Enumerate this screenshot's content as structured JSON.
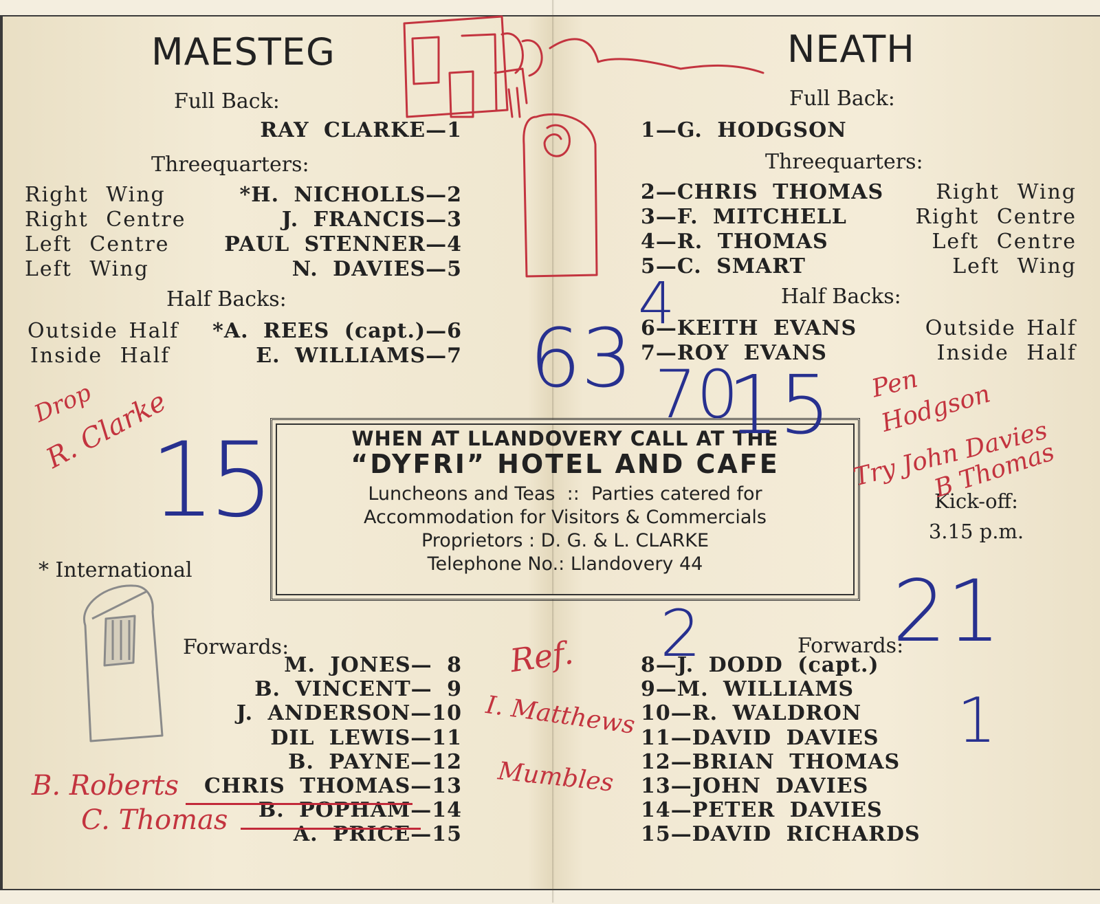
{
  "home": {
    "team": "MAESTEG",
    "full_back_header": "Full Back:",
    "full_back": {
      "name": "RAY CLARKE—1"
    },
    "threequarters_header": "Threequarters:",
    "threequarters": [
      {
        "position": "Right Wing",
        "name": "*H. NICHOLLS—2"
      },
      {
        "position": "Right Centre",
        "name": "J. FRANCIS—3"
      },
      {
        "position": "Left Centre",
        "name": "PAUL STENNER—4"
      },
      {
        "position": "Left Wing",
        "name": "N. DAVIES—5"
      }
    ],
    "half_backs_header": "Half Backs:",
    "half_backs": [
      {
        "position": "Outside Half",
        "name": "*A. REES (capt.)—6"
      },
      {
        "position": "Inside Half",
        "name": "E. WILLIAMS—7"
      }
    ],
    "international_note": "* International",
    "forwards_header": "Forwards:",
    "forwards": [
      "M. JONES— 8",
      "B. VINCENT— 9",
      "J. ANDERSON—10",
      "DIL LEWIS—11",
      "B. PAYNE—12",
      "CHRIS THOMAS—13",
      "B. POPHAM—14",
      "A. PRICE—15"
    ]
  },
  "away": {
    "team": "NEATH",
    "full_back_header": "Full Back:",
    "full_back": {
      "name": "1—G. HODGSON"
    },
    "threequarters_header": "Threequarters:",
    "threequarters": [
      {
        "name": "2—CHRIS THOMAS",
        "position": "Right Wing"
      },
      {
        "name": "3—F. MITCHELL",
        "position": "Right Centre"
      },
      {
        "name": "4—R. THOMAS",
        "position": "Left Centre"
      },
      {
        "name": "5—C. SMART",
        "position": "Left Wing"
      }
    ],
    "half_backs_header": "Half Backs:",
    "half_backs": [
      {
        "name": "6—KEITH EVANS",
        "position": "Outside Half"
      },
      {
        "name": "7—ROY EVANS",
        "position": "Inside Half"
      }
    ],
    "kickoff_label": "Kick-off:",
    "kickoff_time": "3.15 p.m.",
    "forwards_header": "Forwards:",
    "forwards": [
      "8—J. DODD (capt.)",
      "9—M. WILLIAMS",
      "10—R. WALDRON",
      "11—DAVID DAVIES",
      "12—BRIAN THOMAS",
      "13—JOHN DAVIES",
      "14—PETER DAVIES",
      "15—DAVID RICHARDS"
    ]
  },
  "advert": {
    "line1": "WHEN AT LLANDOVERY CALL AT THE",
    "line2": "“DYFRI” HOTEL AND CAFE",
    "line3": "Luncheons and Teas  ::  Parties catered for",
    "line4": "Accommodation for Visitors & Commercials",
    "line5": "Proprietors : D. G. & L. CLARKE",
    "line6": "Telephone No.: Llandovery 44"
  },
  "annotations": {
    "home_drop": "Drop",
    "home_drop_name": "R. Clarke",
    "home_score": "15",
    "pen_label": "Pen",
    "pen_name": "Hodgson",
    "try_text": "Try John Davies",
    "try_name2": "B Thomas",
    "tally_63": "63",
    "tally_4": "4",
    "tally_70": "70",
    "tally_15": "15",
    "away_score": "21",
    "tally_2": "2",
    "tally_1": "1",
    "ref_label": "Ref.",
    "ref_name": "I. Matthews",
    "ref_club": "Mumbles",
    "sub_1": "B. Roberts",
    "sub_2": "C. Thomas"
  },
  "colors": {
    "paper": "#f0e7d0",
    "print": "#222222",
    "red_ink": "#c3343f",
    "blue_ink": "#27308f",
    "pencil": "#8a8a8a"
  }
}
